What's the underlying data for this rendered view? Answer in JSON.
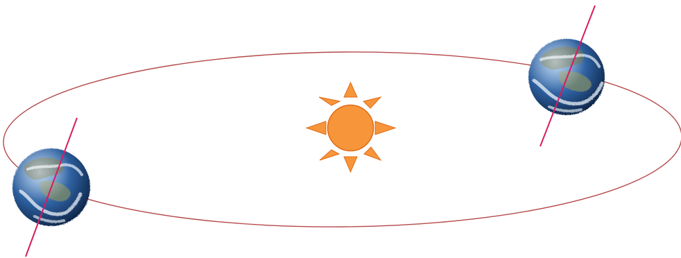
{
  "diagram": {
    "subject": "earth-orbit-around-sun",
    "colors": {
      "background": "#ffffff",
      "orbit": "#b5484a",
      "sun_fill": "#f7953b",
      "sun_stroke": "#e06c16",
      "axis": "#d81b60",
      "earth_ocean": "#2d5f9e",
      "earth_land": "#5a6b5a",
      "earth_cloud": "#eef4fb"
    },
    "icons": {
      "sun": "sun-icon",
      "earth": "earth-globe-icon"
    },
    "sun": {
      "ray_count": 8
    },
    "earths": [
      {
        "name": "earth-left",
        "axis_tilt_deg": 23.5
      },
      {
        "name": "earth-right",
        "axis_tilt_deg": 23.5
      }
    ]
  }
}
